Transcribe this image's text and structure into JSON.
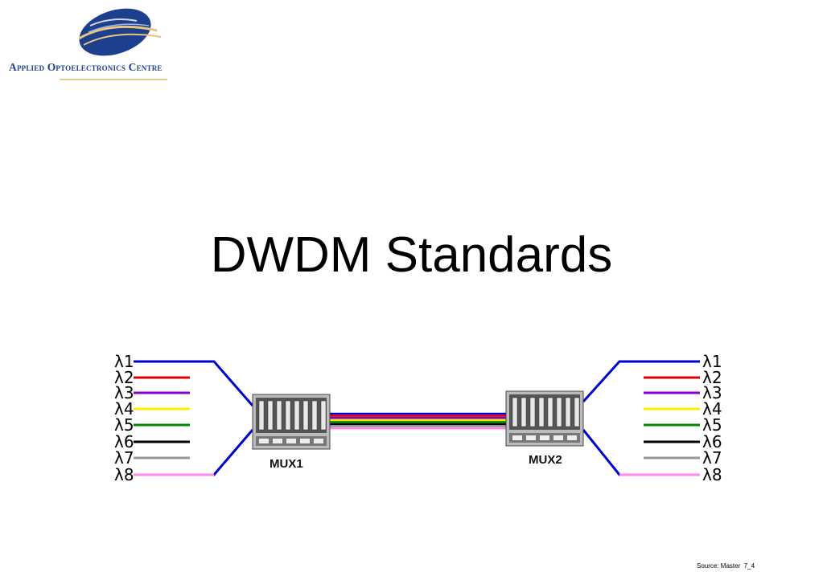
{
  "logo": {
    "org_name": "Applied Optoelectronics Centre"
  },
  "slide": {
    "title": "DWDM Standards"
  },
  "diagram": {
    "channels": [
      {
        "label": "λ1",
        "color": "#0000cc"
      },
      {
        "label": "λ2",
        "color": "#dd0000"
      },
      {
        "label": "λ3",
        "color": "#8800cc"
      },
      {
        "label": "λ4",
        "color": "#ffee00"
      },
      {
        "label": "λ5",
        "color": "#008800"
      },
      {
        "label": "λ6",
        "color": "#000000"
      },
      {
        "label": "λ7",
        "color": "#999999"
      },
      {
        "label": "λ8",
        "color": "#ff88ee"
      }
    ],
    "mux_left_label": "MUX1",
    "mux_right_label": "MUX2"
  },
  "footer": {
    "source": "Source: Master  7_4"
  }
}
